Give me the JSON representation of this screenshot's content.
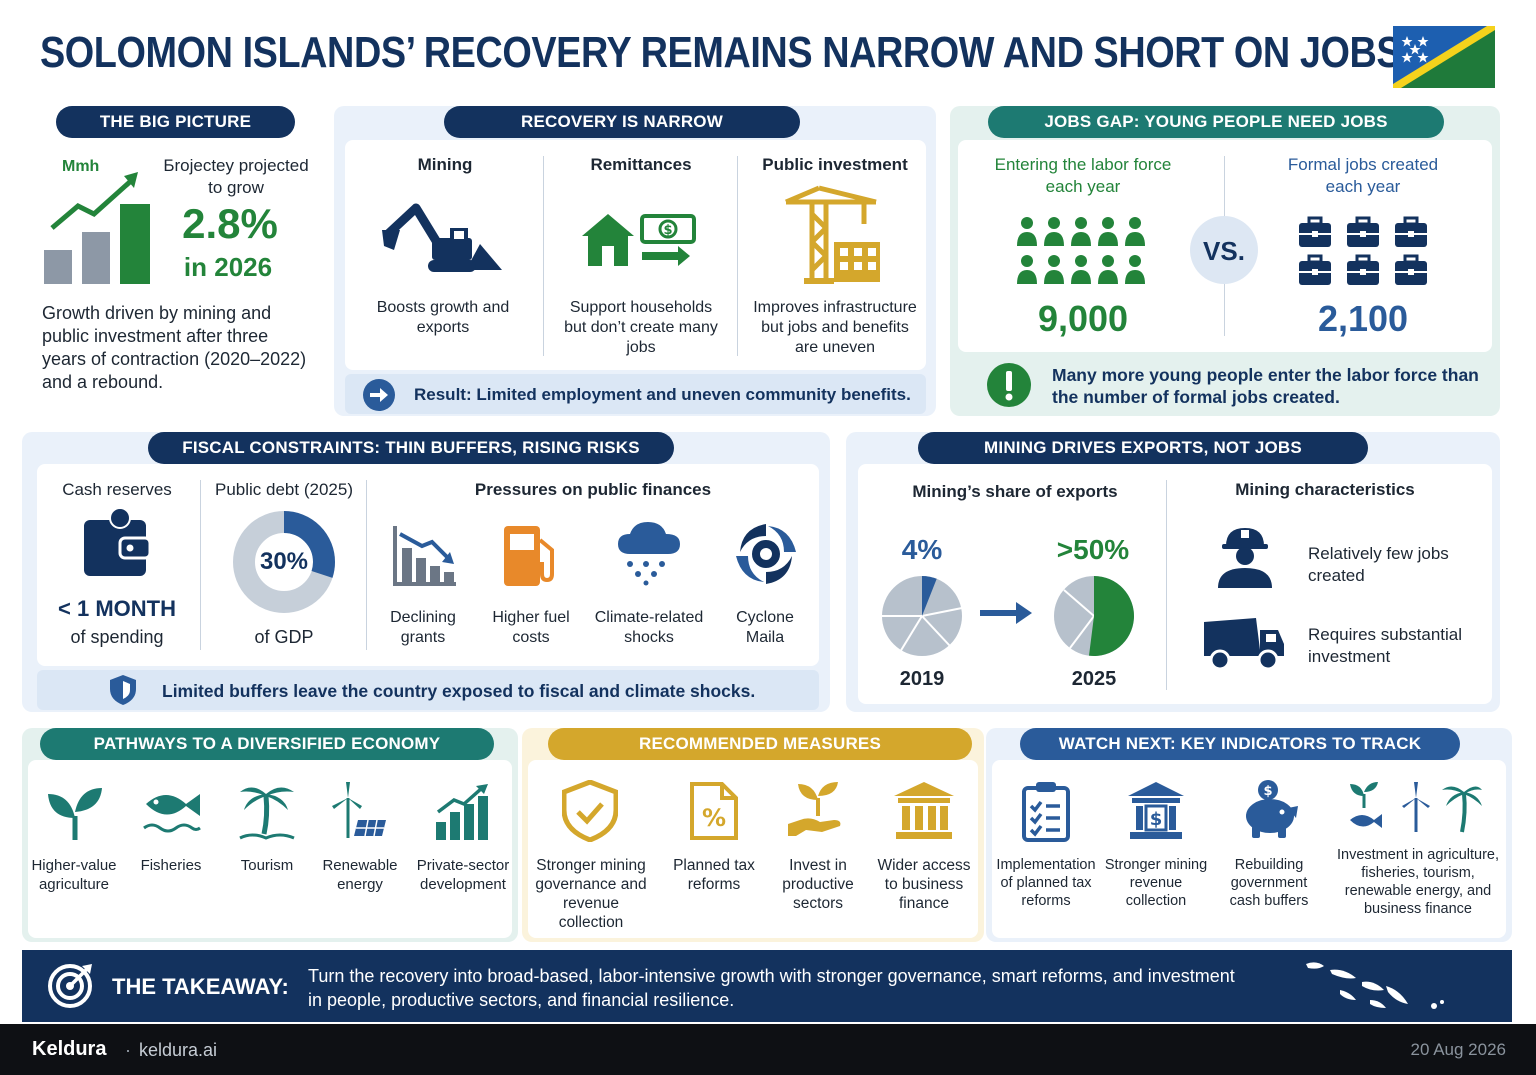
{
  "title": "SOLOMON ISLANDS’ RECOVERY REMAINS NARROW AND SHORT ON JOBS",
  "big_picture": {
    "header": "THE BIG PICTURE",
    "icon_text": "Mmh",
    "label": "Бrojectey projected to grow",
    "pct": "2.8%",
    "year": "in 2026",
    "desc": "Growth driven by mining and public investment after three years of contraction (2020–2022) and a rebound."
  },
  "recovery": {
    "header": "RECOVERY IS NARROW",
    "cols": [
      {
        "title": "Mining",
        "desc": "Boosts growth and exports"
      },
      {
        "title": "Remittances",
        "desc": "Support households but don’t create many jobs"
      },
      {
        "title": "Public investment",
        "desc": "Improves infrastructure but jobs and benefits are uneven"
      }
    ],
    "result": "Result: Limited employment and uneven community benefits."
  },
  "jobs": {
    "header": "JOBS GAP: YOUNG PEOPLE NEED JOBS",
    "left_title": "Entering the labor force each year",
    "left_value": "9,000",
    "vs": "VS.",
    "right_title": "Formal jobs created each year",
    "right_value": "2,100",
    "note": "Many more young people enter the labor force than the number of formal jobs created."
  },
  "fiscal": {
    "header": "FISCAL CONSTRAINTS: THIN BUFFERS, RISING RISKS",
    "cash_title": "Cash reserves",
    "cash_value": "< 1 MONTH",
    "cash_sub": "of spending",
    "debt_title": "Public debt (2025)",
    "debt_value": "30%",
    "debt_sub": "of GDP",
    "debt_fraction": 0.3,
    "pressures_title": "Pressures on public finances",
    "pressures": [
      "Declining grants",
      "Higher fuel costs",
      "Climate-related shocks",
      "Cyclone Maila"
    ],
    "note": "Limited buffers leave the country exposed to fiscal and climate shocks."
  },
  "mining": {
    "header": "MINING DRIVES EXPORTS, NOT JOBS",
    "share_title": "Mining’s share of exports",
    "share_2019": "4%",
    "share_2025": ">50%",
    "year_2019": "2019",
    "year_2025": "2025",
    "char_title": "Mining characteristics",
    "chars": [
      "Relatively few jobs created",
      "Requires substantial investment"
    ]
  },
  "pathways": {
    "header": "PATHWAYS TO A DIVERSIFIED ECONOMY",
    "items": [
      "Higher-value agriculture",
      "Fisheries",
      "Tourism",
      "Renewable energy",
      "Private-sector development"
    ]
  },
  "measures": {
    "header": "RECOMMENDED MEASURES",
    "items": [
      "Stronger mining governance and revenue collection",
      "Planned tax reforms",
      "Invest in productive sectors",
      "Wider access to business finance"
    ]
  },
  "watch": {
    "header": "WATCH NEXT: KEY INDICATORS TO TRACK",
    "items": [
      "Implementation of planned tax reforms",
      "Stronger mining revenue collection",
      "Rebuilding government cash buffers",
      "Investment in agriculture, fisheries, tourism, renewable energy, and business finance"
    ]
  },
  "takeaway": {
    "label": "THE TAKEAWAY:",
    "text": "Turn the recovery into broad-based, labor-intensive growth with stronger governance, smart reforms, and investment in people, productive sectors, and financial resilience."
  },
  "footer": {
    "brand": "Keldura",
    "sep": "·",
    "url": "keldura.ai",
    "date": "20 Aug 2026"
  },
  "colors": {
    "navy": "#13325e",
    "teal": "#1d7a72",
    "gold": "#d4a72c",
    "green": "#23843a",
    "blue": "#2a5b9a",
    "orange": "#e8892a"
  }
}
